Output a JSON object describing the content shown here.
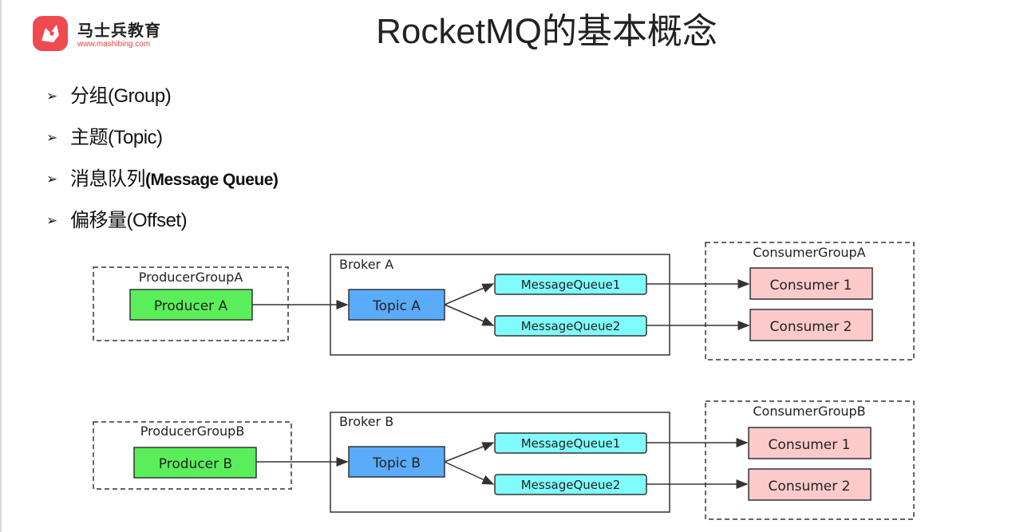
{
  "logo": {
    "name": "马士兵教育",
    "url": "www.mashibing.com",
    "brand_color": "#ef4a4f"
  },
  "slide": {
    "title": "RocketMQ的基本概念",
    "bullets": [
      {
        "zh": "分组",
        "en": "(Group)"
      },
      {
        "zh": "主题",
        "en": "(Topic)"
      },
      {
        "zh": "消息队列",
        "en": "(Message Queue)"
      },
      {
        "zh": "偏移量",
        "en": "(Offset)"
      }
    ],
    "bullet_marker": "➢"
  },
  "diagram": {
    "colors": {
      "producer": "#5aef5a",
      "topic": "#5aabf9",
      "queue": "#7ffcfb",
      "consumer": "#fccaca"
    },
    "rows": [
      {
        "producer_group": "ProducerGroupA",
        "producer": "Producer A",
        "broker": "Broker A",
        "topic": "Topic A",
        "queues": [
          "MessageQueue1",
          "MessageQueue2"
        ],
        "consumer_group": "ConsumerGroupA",
        "consumers": [
          "Consumer 1",
          "Consumer 2"
        ]
      },
      {
        "producer_group": "ProducerGroupB",
        "producer": "Producer B",
        "broker": "Broker B",
        "topic": "Topic B",
        "queues": [
          "MessageQueue1",
          "MessageQueue2"
        ],
        "consumer_group": "ConsumerGroupB",
        "consumers": [
          "Consumer 1",
          "Consumer 2"
        ]
      }
    ]
  }
}
